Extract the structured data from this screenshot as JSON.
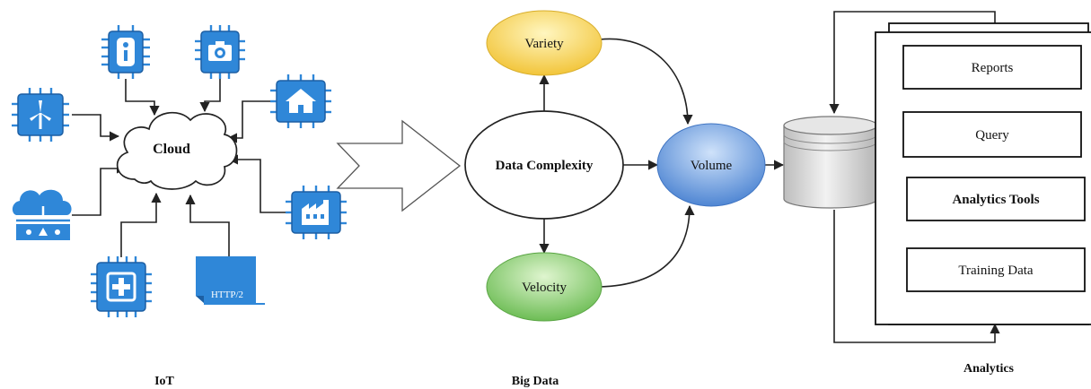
{
  "sections": {
    "iot": "IoT",
    "big_data": "Big Data",
    "analytics": "Analytics"
  },
  "iot": {
    "cloud_label": "Cloud",
    "protocol_label": "HTTP/2",
    "devices": [
      "info-icon",
      "camera-icon",
      "wind-turbine-icon",
      "house-icon",
      "cloud-network-icon",
      "factory-icon",
      "medical-icon",
      "http-document-icon"
    ]
  },
  "big_data": {
    "center": "Data Complexity",
    "variety": "Variety",
    "velocity": "Velocity",
    "volume": "Volume"
  },
  "analytics": {
    "items": [
      "Reports",
      "Query",
      "Analytics Tools",
      "Training Data"
    ]
  },
  "colors": {
    "chip": "#2f87d8",
    "variety": "#f5d24a",
    "velocity": "#7fc96a",
    "volume": "#5f94d8",
    "database": "#d4d4d4"
  }
}
